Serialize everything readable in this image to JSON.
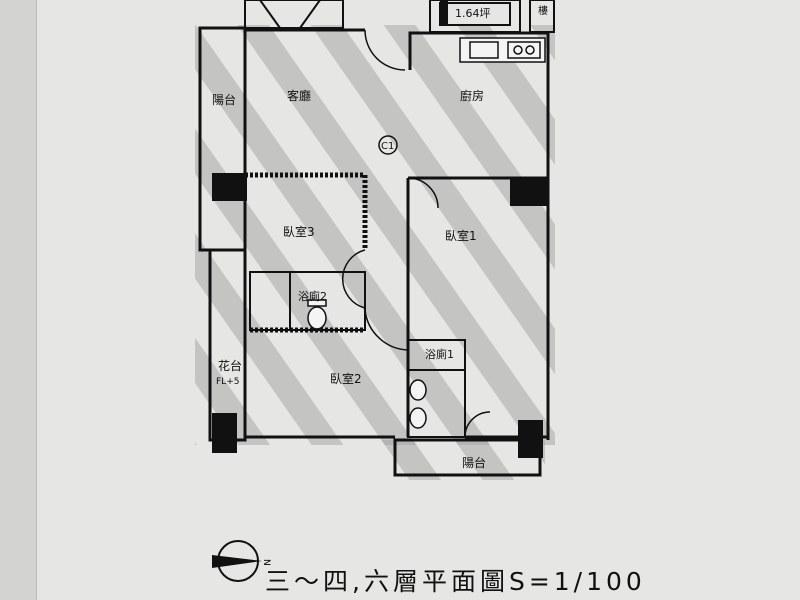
{
  "plan": {
    "top_note": "1.64坪",
    "stair_label": "樓",
    "rooms": {
      "balcony_left": "陽台",
      "living_room": "客廳",
      "kitchen": "廚房",
      "unit_code": "C1",
      "bedroom3": "臥室3",
      "bedroom1": "臥室1",
      "bath2": "浴廁2",
      "bath1": "浴廁1",
      "planter": "花台",
      "planter_level": "FL+5",
      "bedroom2": "臥室2",
      "balcony_bottom": "陽台"
    },
    "compass_label": "N",
    "title": "三～四,六層平面圖S=1/100"
  },
  "colors": {
    "paper": "#e6e6e4",
    "wall": "#111111",
    "hatch": "#9a9a9a"
  }
}
